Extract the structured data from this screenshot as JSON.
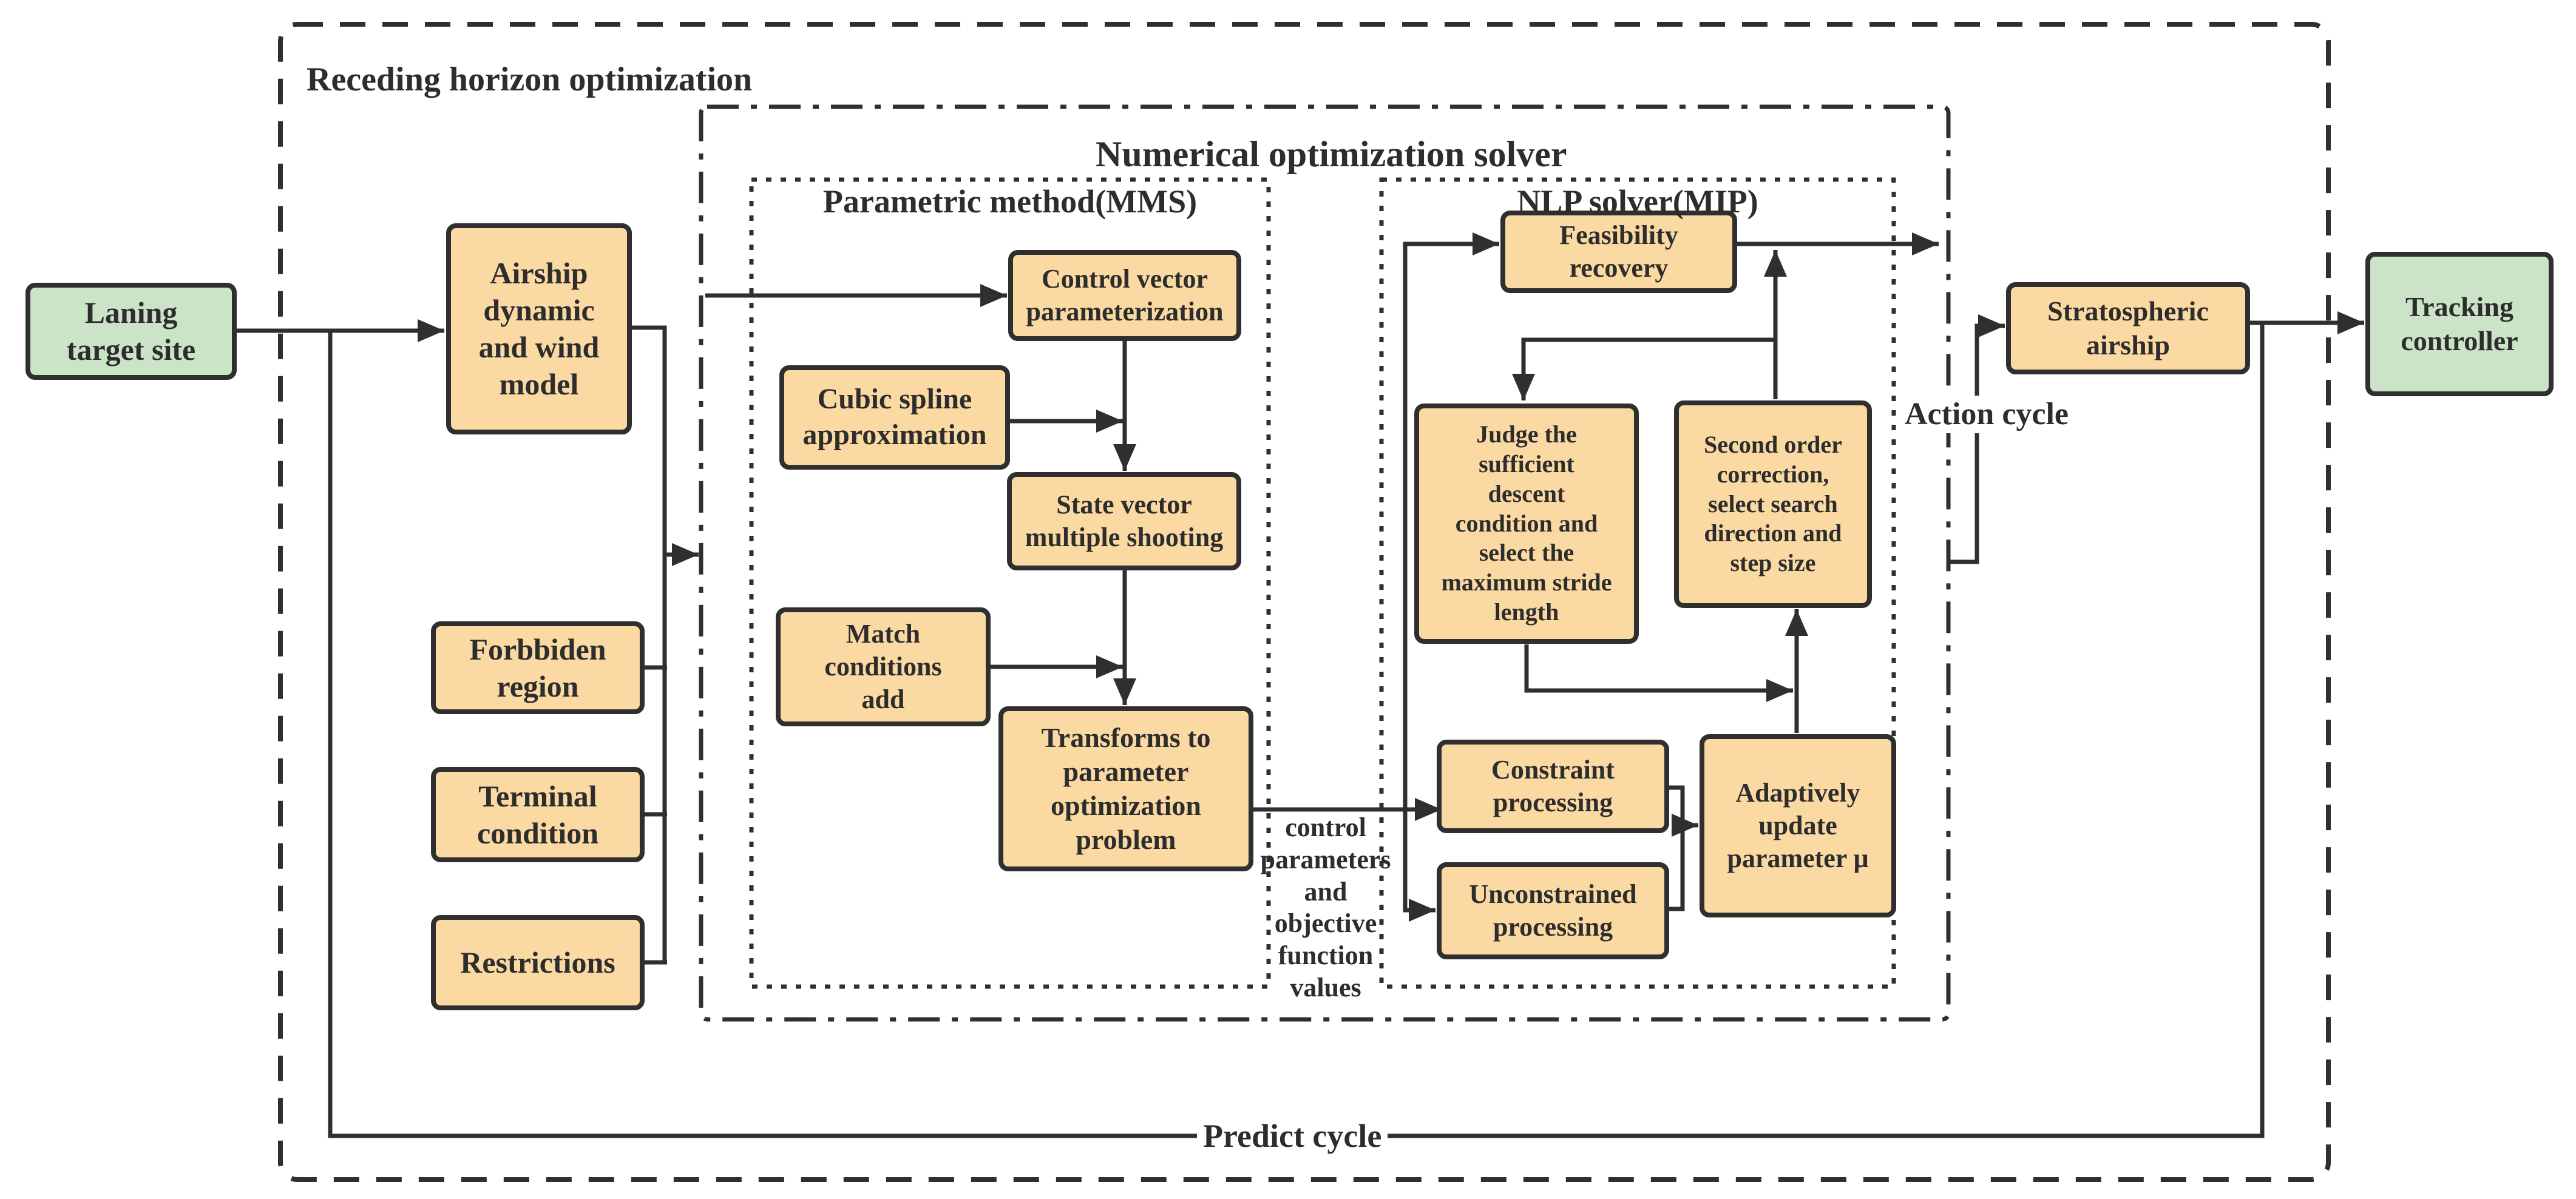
{
  "colors": {
    "bg": "#ffffff",
    "ink": "#2d2d2d",
    "line": "#2f2f2f",
    "orange": "#FBD9A3",
    "green": "#CBE4C8"
  },
  "containers": {
    "receding": {
      "label": "Receding horizon optimization"
    },
    "numerical": {
      "label": "Numerical optimization solver"
    },
    "parametric": {
      "label": "Parametric method(MMS)"
    },
    "nlp": {
      "label": "NLP solver(MIP)"
    }
  },
  "nodes": {
    "laning": {
      "label": "Laning\ntarget site"
    },
    "airship_model": {
      "label": "Airship\ndynamic\nand wind\nmodel"
    },
    "forbbiden": {
      "label": "Forbbiden\nregion"
    },
    "terminal": {
      "label": "Terminal\ncondition"
    },
    "restrictions": {
      "label": "Restrictions"
    },
    "control_vector": {
      "label": "Control vector\nparameterization"
    },
    "cubic_spline": {
      "label": "Cubic spline\napproximation"
    },
    "state_vector": {
      "label": "State vector\nmultiple shooting"
    },
    "match_conditions": {
      "label": "Match\nconditions\nadd"
    },
    "transforms": {
      "label": "Transforms to\nparameter\noptimization\nproblem"
    },
    "feasibility": {
      "label": "Feasibility\nrecovery"
    },
    "judge": {
      "label": "Judge the\nsufficient\ndescent\ncondition and\nselect the\nmaximum stride\nlength"
    },
    "second_order": {
      "label": "Second order\ncorrection,\nselect search\ndirection and\nstep size"
    },
    "constraint": {
      "label": "Constraint\nprocessing"
    },
    "unconstrained": {
      "label": "Unconstrained\nprocessing"
    },
    "adaptively": {
      "label": "Adaptively\nupdate\nparameter μ"
    },
    "stratospheric": {
      "label": "Stratospheric\nairship"
    },
    "tracking": {
      "label": "Tracking\ncontroller"
    }
  },
  "edge_labels": {
    "control_params": {
      "label": "control\nparameters\nand\nobjective\nfunction\nvalues"
    },
    "action_cycle": {
      "label": "Action cycle"
    },
    "predict_cycle": {
      "label": "Predict cycle"
    }
  }
}
